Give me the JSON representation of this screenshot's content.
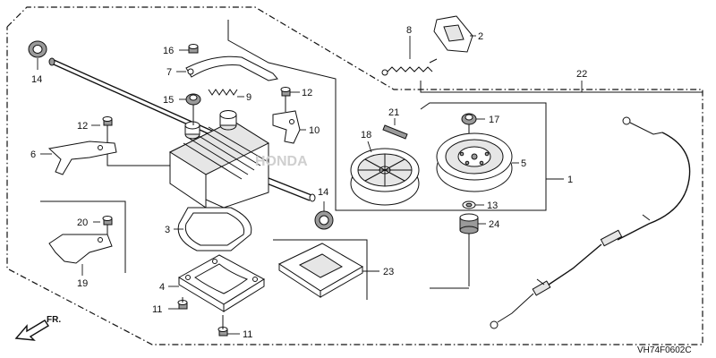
{
  "diagram": {
    "code": "VH74F0602C",
    "front_label": "FR.",
    "callouts": [
      {
        "id": "c1",
        "text": "1"
      },
      {
        "id": "c2",
        "text": "2"
      },
      {
        "id": "c3",
        "text": "3"
      },
      {
        "id": "c4",
        "text": "4"
      },
      {
        "id": "c5",
        "text": "5"
      },
      {
        "id": "c6",
        "text": "6"
      },
      {
        "id": "c7",
        "text": "7"
      },
      {
        "id": "c8",
        "text": "8"
      },
      {
        "id": "c9",
        "text": "9"
      },
      {
        "id": "c10",
        "text": "10"
      },
      {
        "id": "c11a",
        "text": "11"
      },
      {
        "id": "c11b",
        "text": "11"
      },
      {
        "id": "c12a",
        "text": "12"
      },
      {
        "id": "c12b",
        "text": "12"
      },
      {
        "id": "c13",
        "text": "13"
      },
      {
        "id": "c14a",
        "text": "14"
      },
      {
        "id": "c14b",
        "text": "14"
      },
      {
        "id": "c15",
        "text": "15"
      },
      {
        "id": "c16",
        "text": "16"
      },
      {
        "id": "c17",
        "text": "17"
      },
      {
        "id": "c18",
        "text": "18"
      },
      {
        "id": "c19",
        "text": "19"
      },
      {
        "id": "c20",
        "text": "20"
      },
      {
        "id": "c21",
        "text": "21"
      },
      {
        "id": "c22",
        "text": "22"
      },
      {
        "id": "c23",
        "text": "23"
      },
      {
        "id": "c24",
        "text": "24"
      }
    ]
  }
}
